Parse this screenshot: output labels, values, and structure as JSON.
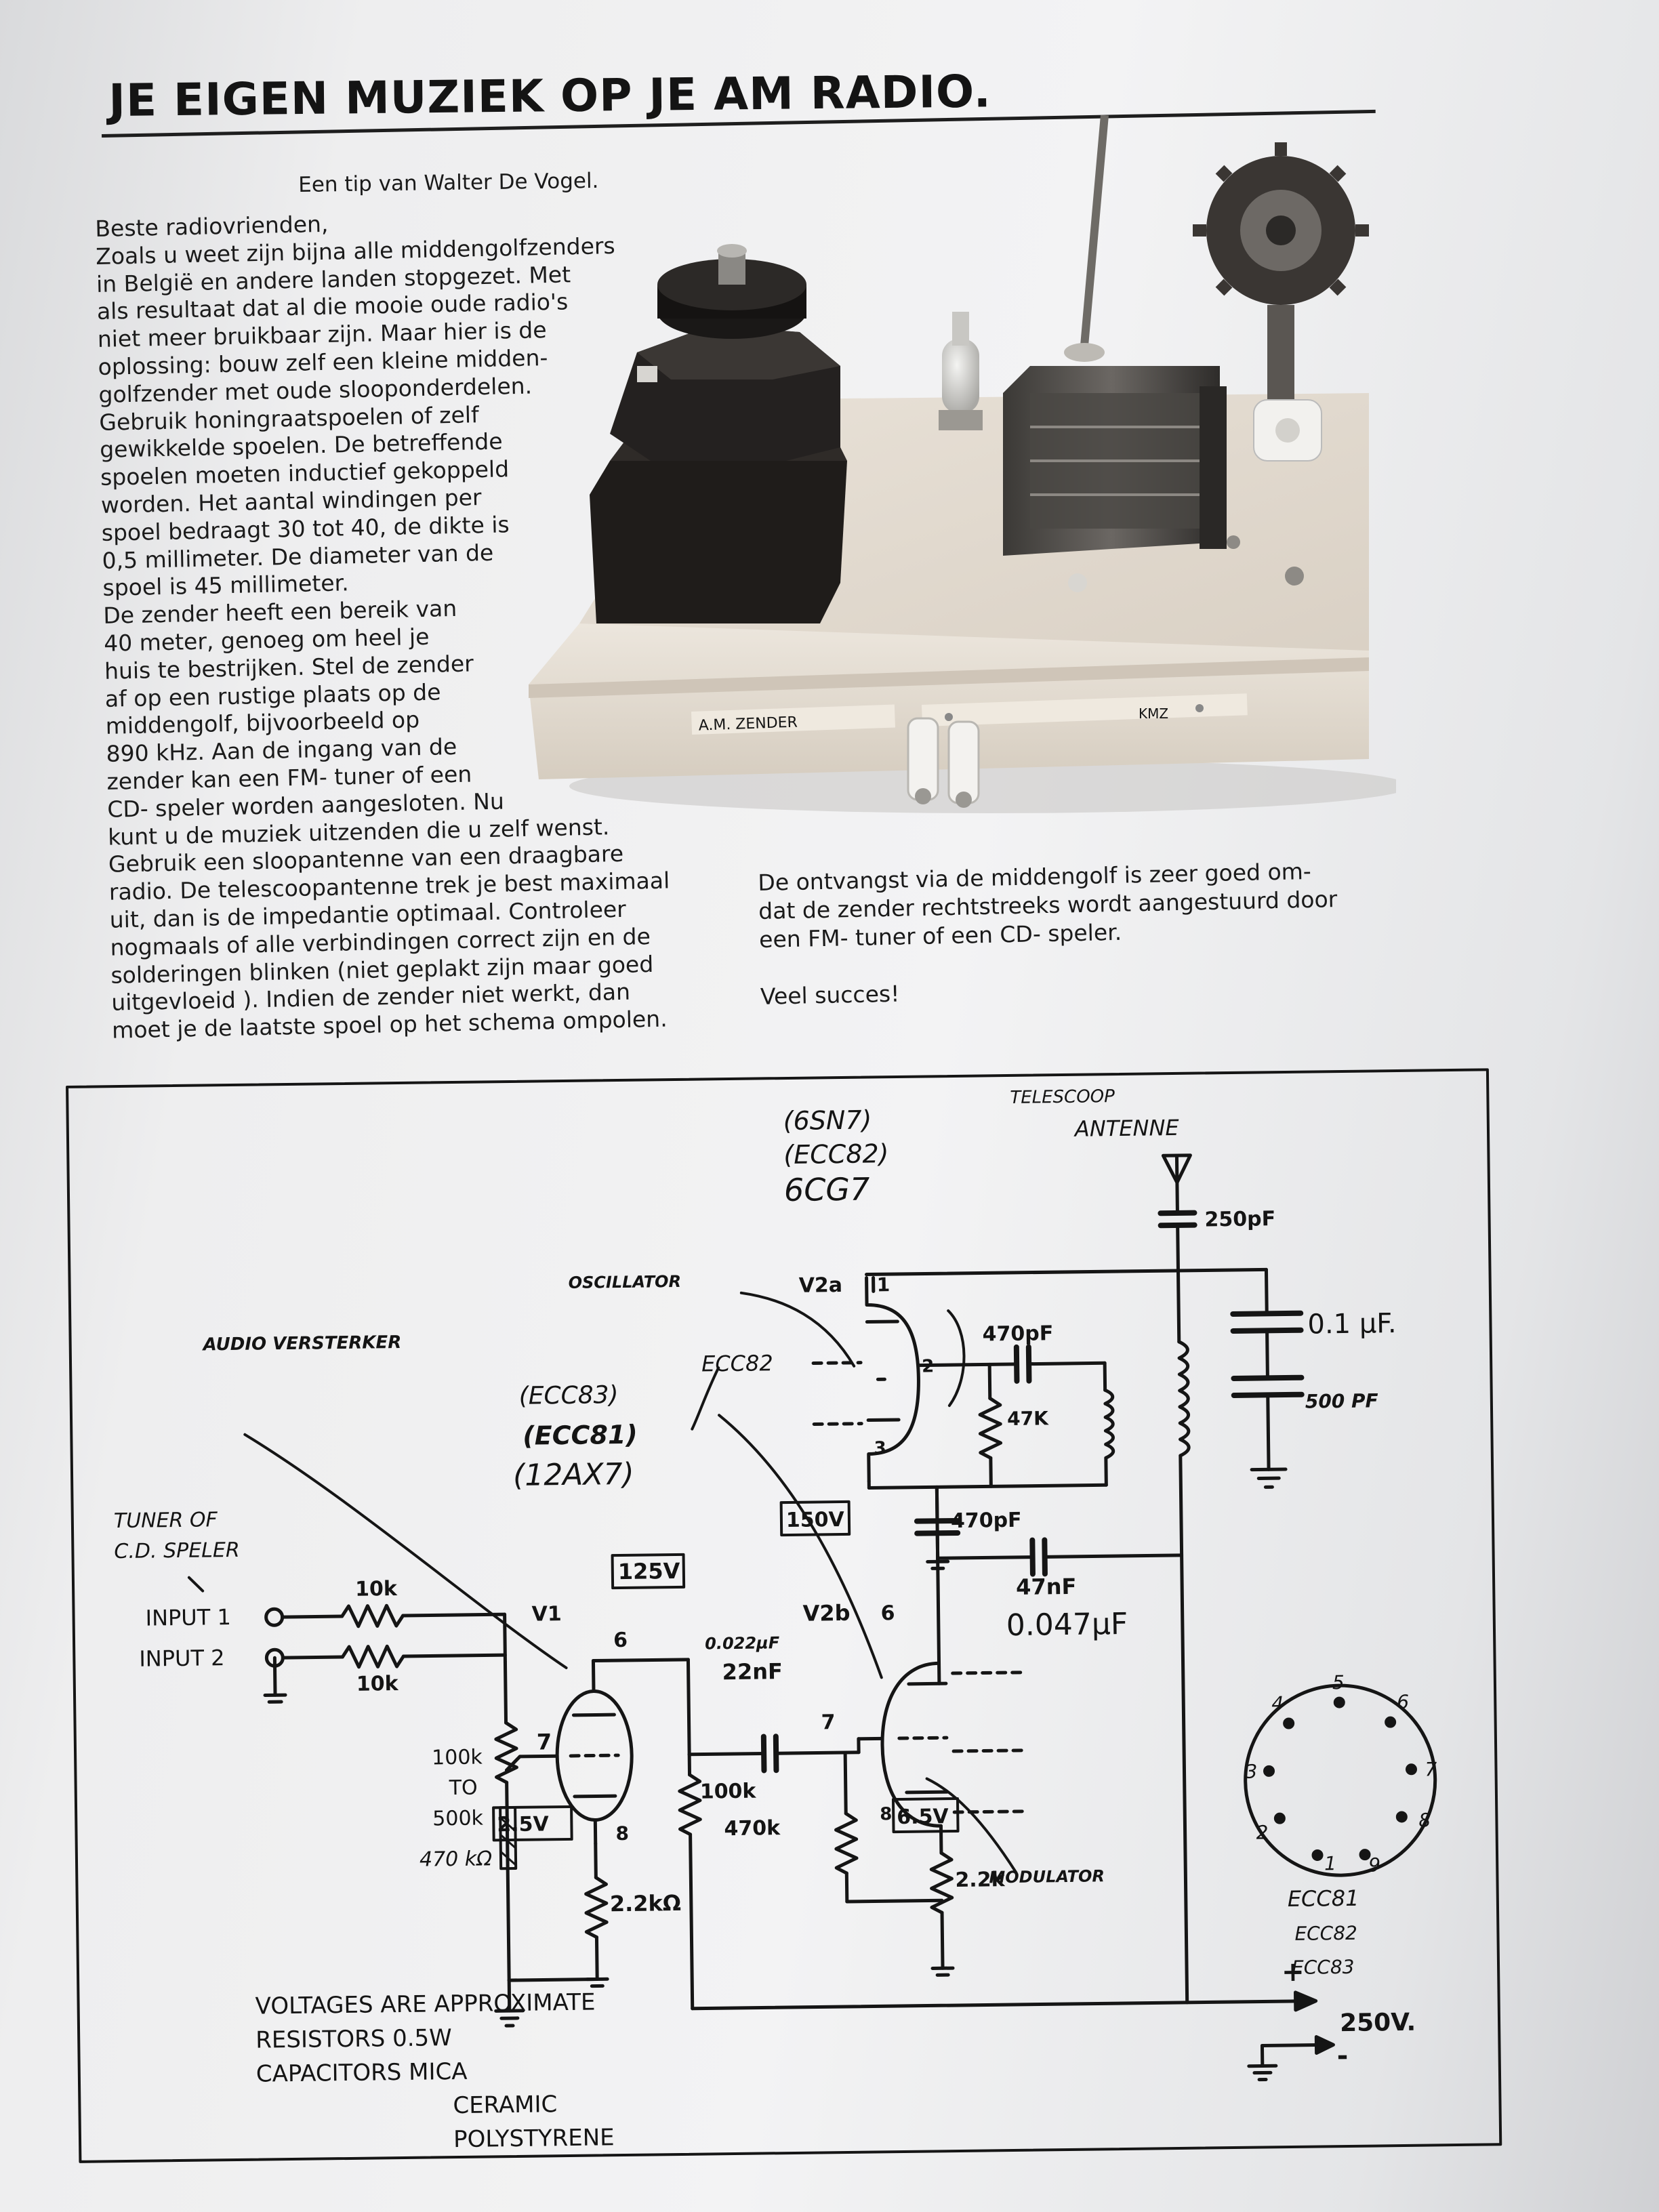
{
  "article": {
    "title": "JE EIGEN MUZIEK OP JE AM RADIO.",
    "subtitle": "Een tip van Walter De Vogel.",
    "body_lines": [
      "Beste radiovrienden,",
      "Zoals u weet zijn bijna alle middengolfzenders",
      "in België en andere landen stopgezet. Met",
      "als resultaat dat al die mooie oude radio's",
      "niet meer bruikbaar zijn. Maar hier is de",
      "oplossing: bouw zelf een kleine midden-",
      "golfzender met oude slooponderdelen.",
      "Gebruik honingraatspoelen of zelf",
      "gewikkelde spoelen. De betreffende",
      "spoelen moeten inductief gekoppeld",
      "worden. Het aantal windingen per",
      "spoel bedraagt 30 tot 40, de dikte is",
      "0,5 millimeter. De diameter van de",
      "spoel is 45 millimeter.",
      "De zender heeft een bereik van",
      "40 meter, genoeg om heel je",
      "huis te bestrijken. Stel de zender",
      "af op een rustige plaats op de",
      "middengolf, bijvoorbeeld op",
      "890 kHz. Aan de ingang van de",
      "zender kan een FM- tuner of een",
      "CD- speler worden aangesloten. Nu",
      "kunt u de muziek uitzenden die u zelf wenst.",
      "Gebruik een sloopantenne van een draagbare",
      "radio. De telescoopantenne trek je best maximaal",
      "uit, dan is de impedantie optimaal. Controleer",
      "nogmaals of alle verbindingen correct zijn en de",
      "solderingen blinken (niet geplakt zijn maar goed",
      "uitgevloeid ). Indien de zender niet werkt, dan",
      "moet je de laatste spoel op het schema ompolen."
    ],
    "right_lines": [
      "De ontvangst via de middengolf is zeer goed om-",
      "dat de zender rechtstreeks wordt aangestuurd door",
      "een FM- tuner of een CD- speler."
    ],
    "closing": "Veel succes!"
  },
  "photo": {
    "panel_label": "A.M. ZENDER",
    "panel_label_2": "KMZ"
  },
  "schematic": {
    "tube_types_top": [
      "(6SN7)",
      "(ECC82)",
      "6CG7"
    ],
    "antenna_label_1": "TELESCOOP",
    "antenna_label_2": "ANTENNE",
    "cap_250pf": "250pF",
    "cap_01uf": "0.1 μF.",
    "cap_500pf": "500 PF",
    "oscillator": "OSCILLATOR",
    "v2a": "V2a",
    "pin1": "1",
    "pin2": "2",
    "pin3": "3",
    "cap_470pf_top": "470pF",
    "res_47k": "47K",
    "ecc82_note": "ECC82",
    "audio_amp": "AUDIO VERSTERKER",
    "tube_types_mid": [
      "(ECC83)",
      "(ECC81)",
      "(12AX7)"
    ],
    "volt_150": "150V",
    "cap_470pf_mid": "470pF",
    "cap_47nf": "47nF",
    "cap_0047": "0.047μF",
    "tuner_label_1": "TUNER OF",
    "tuner_label_2": "C.D. SPELER",
    "input1": "INPUT 1",
    "input2": "INPUT 2",
    "r10k_a": "10k",
    "r10k_b": "10k",
    "v1": "V1",
    "volt_125": "125V",
    "pin6_v1": "6",
    "pin7_v1": "7",
    "pin8_v1": "8",
    "pot_1": "100k",
    "pot_2": "TO",
    "pot_3": "500k",
    "pot_4": "470 kΩ",
    "volt_25": "2.5V",
    "r22k_v1": "2.2kΩ",
    "cap_0022": "0.022μF",
    "cap_22nf": "22nF",
    "v2b": "V2b",
    "pin6_v2": "6",
    "pin7_v2": "7",
    "pin8_v2": "8",
    "r100k": "100k",
    "r470k": "470k",
    "volt_65": "6.5V",
    "r22k_v2": "2.2k",
    "modulator": "MODULATOR",
    "socket_pins": [
      "1",
      "2",
      "3",
      "4",
      "5",
      "6",
      "7",
      "8",
      "9"
    ],
    "socket_types": [
      "ECC81",
      "ECC82",
      "ECC83"
    ],
    "notes": [
      "VOLTAGES ARE APPROXIMATE",
      "RESISTORS 0.5W",
      "CAPACITORS MICA",
      "CERAMIC",
      "POLYSTYRENE"
    ],
    "supply_plus": "+",
    "supply_minus": "-",
    "supply_volt": "250V."
  },
  "colors": {
    "ink": "#141414",
    "paper": "#efeff0",
    "box_wood": "#e3d9cc",
    "transformer": "#2a2623"
  }
}
